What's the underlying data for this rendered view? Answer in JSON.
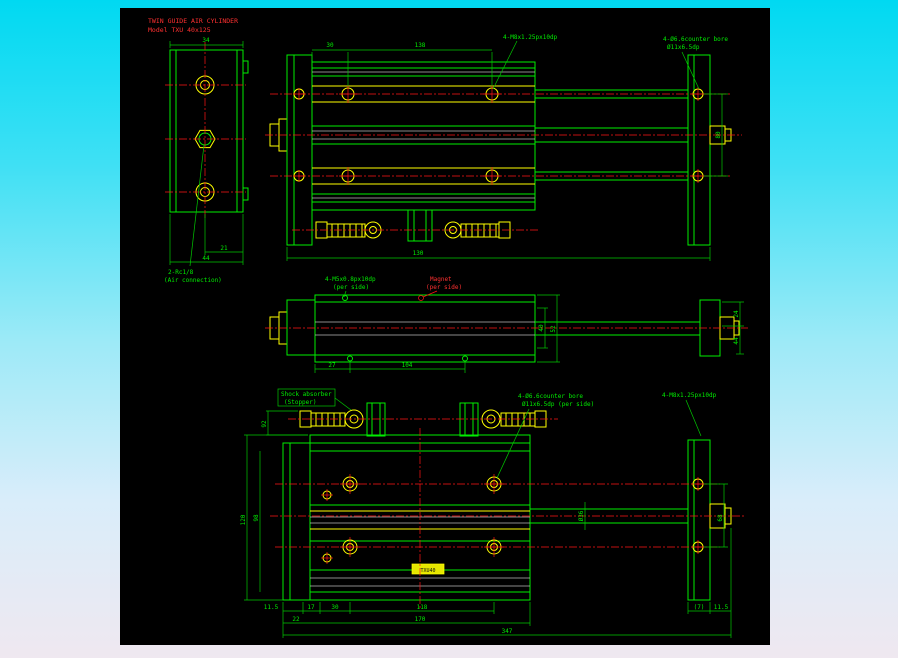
{
  "title": {
    "line1": "TWIN GUIDE AIR CYLINDER",
    "line2": "Model TXU 40x125"
  },
  "colors": {
    "geometry": "#00ee00",
    "detail": "#ffff00",
    "centerline": "#ff1515",
    "title_text": "#ff3030",
    "background_top": "#00d9f2",
    "background_bottom": "#efe8f0",
    "canvas": "#000000"
  },
  "end_view": {
    "dim_top": "34",
    "dim_21": "21",
    "dim_44": "44",
    "port_label1": "2-Rc1/8",
    "port_label2": "(Air connection)"
  },
  "top_view": {
    "dim_30": "30",
    "dim_138": "138",
    "tap_label": "4-M8x1.25px10dp",
    "cbore_label1": "4-Ø6.6counter bore",
    "cbore_label2": "Ø11x6.5dp",
    "dim_130": "130",
    "dim_80": "80"
  },
  "side_view": {
    "tap_label1": "4-M5x0.8px10dp",
    "tap_label2": "(per side)",
    "magnet_label1": "Magnet",
    "magnet_label2": "(per side)",
    "dim_27": "27",
    "dim_104": "104",
    "dim_40": "40",
    "dim_52": "52",
    "dim_24": "24",
    "dim_44": "44"
  },
  "front_view": {
    "shock_label1": "Shock absorber",
    "shock_label2": "(Stopper)",
    "cbore_label1": "4-Ø6.6counter bore",
    "cbore_label2": "Ø11x6.5dp (per side)",
    "tap_label": "4-M8x1.25px10dp",
    "dim_92": "92",
    "dim_120": "120",
    "dim_98": "98",
    "dim_68": "68",
    "dim_d36": "Ø36",
    "dim_11_5_l": "11.5",
    "dim_17": "17",
    "dim_30": "30",
    "dim_118": "118",
    "dim_22": "22",
    "dim_170": "170",
    "dim_347": "347",
    "dim_7": "(7)",
    "dim_11_5_r": "11.5",
    "badge": "TXU40"
  }
}
